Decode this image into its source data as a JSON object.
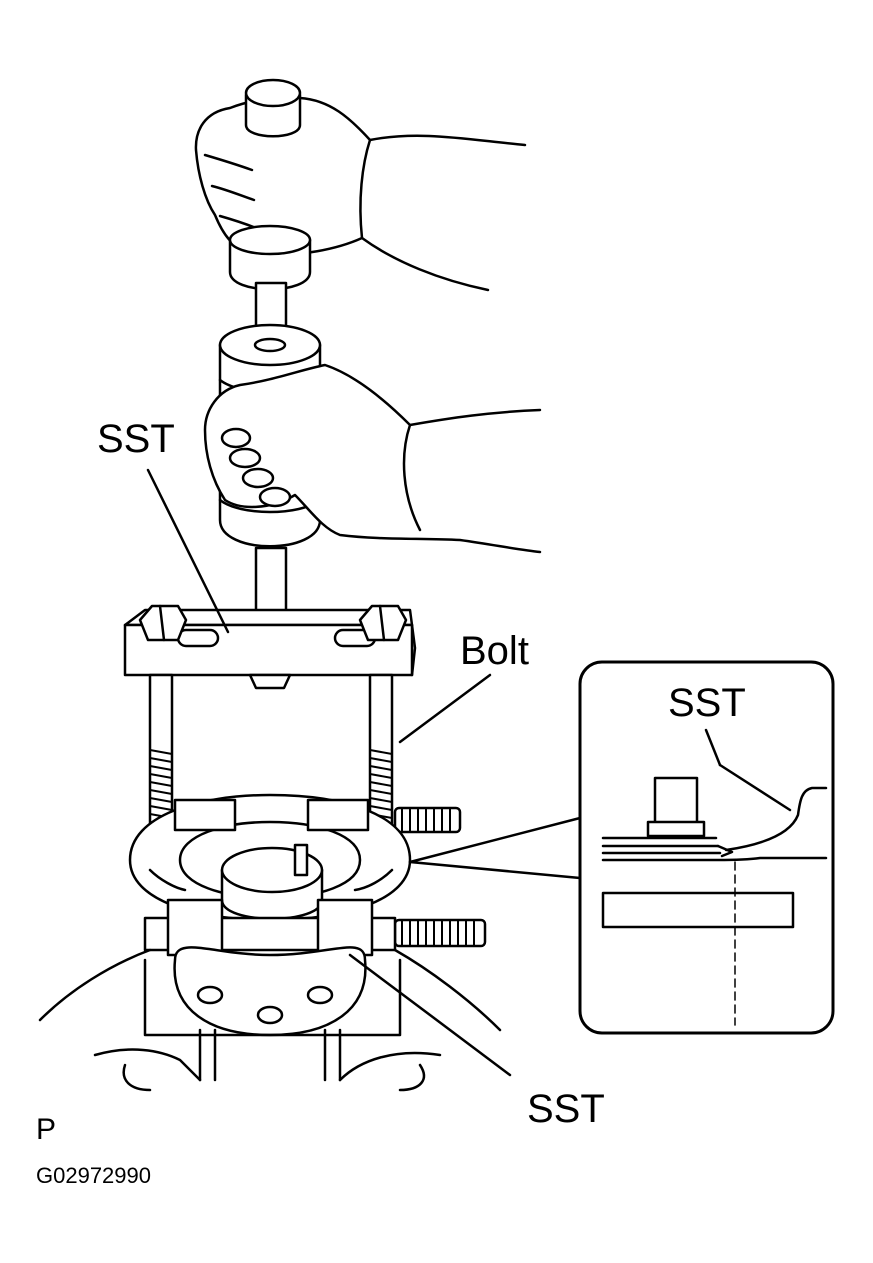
{
  "labels": {
    "sst_top": "SST",
    "bolt": "Bolt",
    "sst_inset": "SST",
    "sst_bottom": "SST",
    "corner_mark": "P",
    "figure_code": "G02972990"
  },
  "colors": {
    "line": "#000000",
    "background": "#ffffff"
  }
}
